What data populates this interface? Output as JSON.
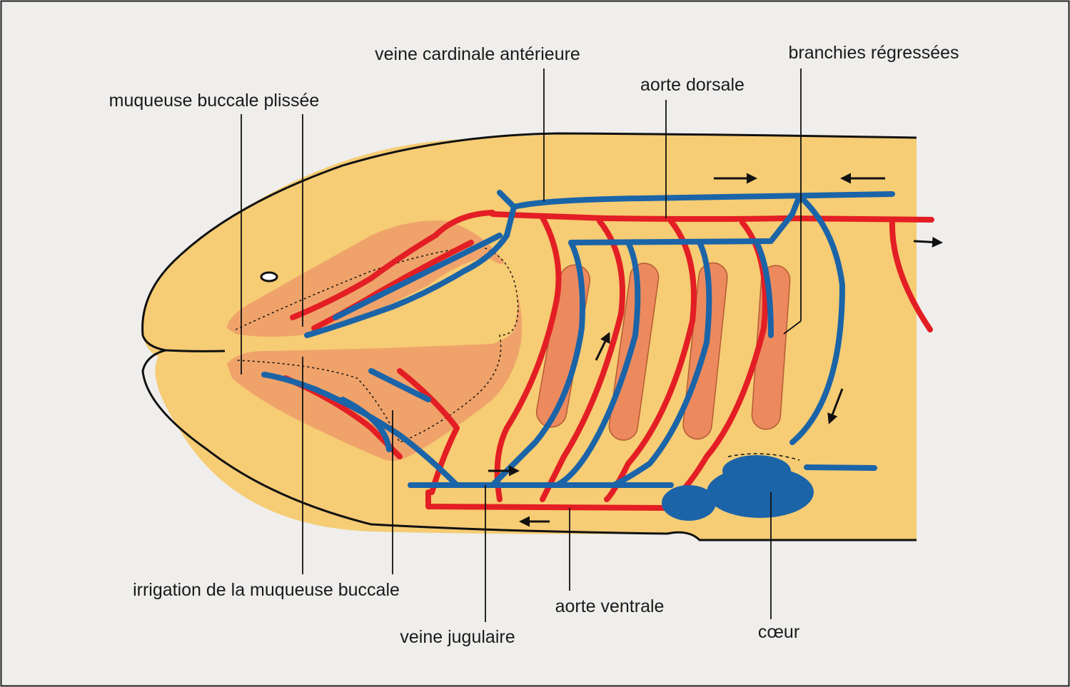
{
  "labels": {
    "veine_cardinale_anterieure": "veine cardinale antérieure",
    "branchies_regressees": "branchies régressées",
    "aorte_dorsale": "aorte dorsale",
    "muqueuse_buccale_plissee": "muqueuse buccale plissée",
    "irrigation_muqueuse_buccale": "irrigation de la muqueuse buccale",
    "aorte_ventrale": "aorte ventrale",
    "veine_jugulaire": "veine jugulaire",
    "coeur": "cœur"
  },
  "colors": {
    "background": "#efeeec",
    "body": "#f6cc74",
    "mucosa": "#efa36a",
    "gill_lamella": "#ec8a5e",
    "artery": "#e31e24",
    "vein": "#1b64a8",
    "outline": "#111111"
  }
}
